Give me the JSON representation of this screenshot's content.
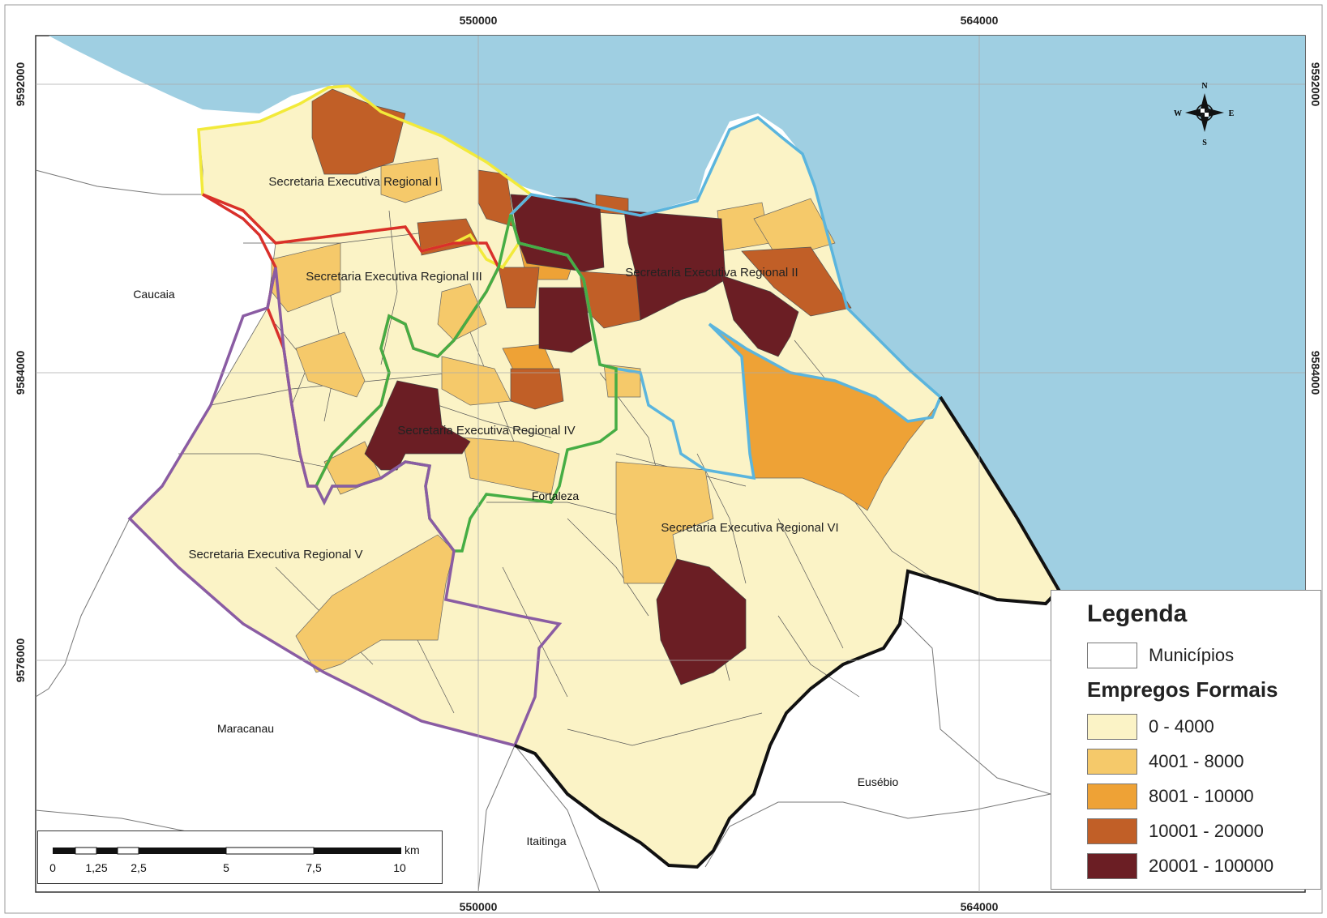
{
  "coordinates": {
    "top_x": [
      "550000",
      "564000"
    ],
    "bottom_x": [
      "550000",
      "564000"
    ],
    "left_y": [
      "9592000",
      "9584000",
      "9576000"
    ],
    "right_y": [
      "9592000",
      "9584000",
      "9576000"
    ]
  },
  "places": {
    "caucaia": "Caucaia",
    "maracanau": "Maracanau",
    "eusebio": "Eusébio",
    "itaitinga": "Itaitinga",
    "fortaleza": "Fortaleza"
  },
  "regions": {
    "r1": "Secretaria Executiva Regional I",
    "r2": "Secretaria Executiva Regional II",
    "r3": "Secretaria Executiva Regional III",
    "r4": "Secretaria Executiva Regional IV",
    "r5": "Secretaria Executiva Regional V",
    "r6": "Secretaria Executiva Regional VI"
  },
  "compass": {
    "n": "N",
    "s": "S",
    "e": "E",
    "w": "W"
  },
  "legend": {
    "title": "Legenda",
    "municipios": "Municípios",
    "subtitle": "Empregos Formais",
    "classes": [
      {
        "label": "0 - 4000",
        "color": "#fbf3c6"
      },
      {
        "label": "4001 - 8000",
        "color": "#f5c96a"
      },
      {
        "label": "8001 - 10000",
        "color": "#eea236"
      },
      {
        "label": "10001 - 20000",
        "color": "#c15f27"
      },
      {
        "label": "20001 - 100000",
        "color": "#6b1e24"
      }
    ]
  },
  "scalebar": {
    "unit": "km",
    "ticks": [
      "0",
      "1,25",
      "2,5",
      "5",
      "7,5",
      "10"
    ]
  },
  "colors": {
    "sea": "#9fcfe2",
    "region1": "#f2ea3a",
    "region2": "#5bb5dd",
    "region3": "#d9302b",
    "region4": "#46ad44",
    "region5": "#8a5ca3",
    "region6": "#111111"
  }
}
